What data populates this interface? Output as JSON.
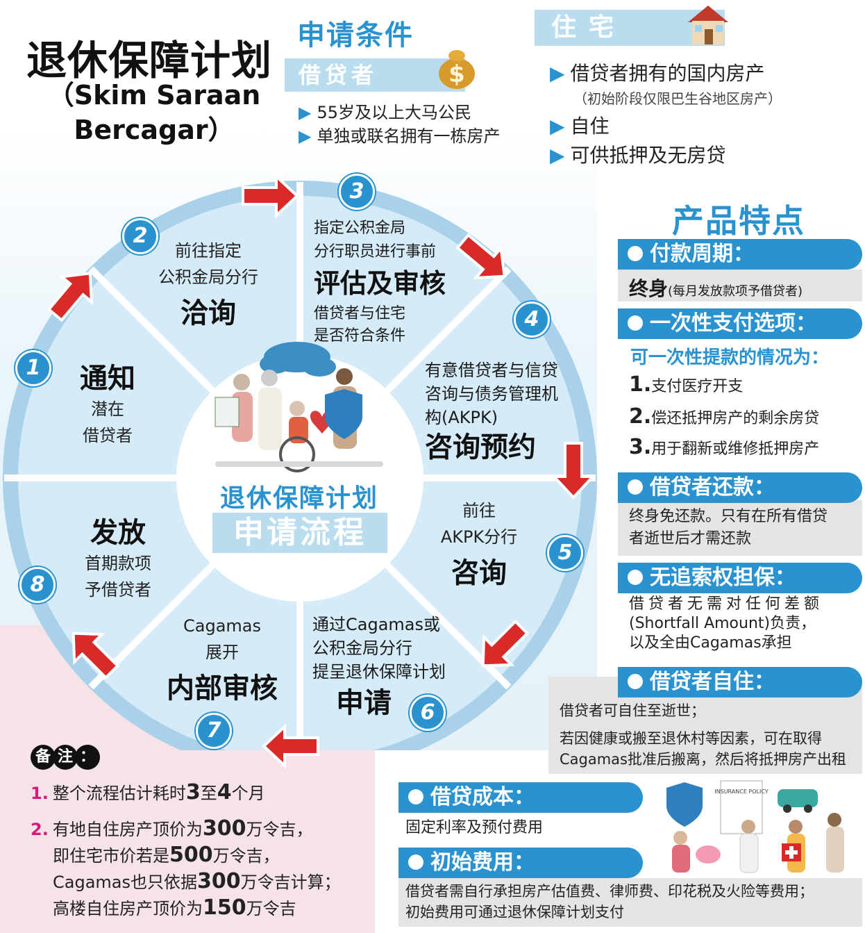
{
  "title": {
    "main": "退休保障计划",
    "sub_line1": "（Skim Saraan",
    "sub_line2": "Bercagar）"
  },
  "requirements": {
    "heading": "申请条件",
    "borrower_label": "借贷者",
    "borrower_items": [
      "55岁及以上大马公民",
      "单独或联名拥有一栋房产"
    ],
    "house_label": "住宅",
    "house_items": [
      "借贷者拥有的国内房产",
      "自住",
      "可供抵押及无房贷"
    ],
    "house_note": "（初始阶段仅限巴生谷地区房产）"
  },
  "wheel": {
    "center_title": "退休保障计划",
    "center_banner": "申请流程",
    "steps": [
      {
        "num": "1",
        "title": "通知",
        "sub": [
          "潜在",
          "借贷者"
        ]
      },
      {
        "num": "2",
        "title": "洽询",
        "sub": [
          "前往指定",
          "公积金局分行"
        ]
      },
      {
        "num": "3",
        "title": "评估及审核",
        "sub_top": [
          "指定公积金局",
          "分行职员进行事前"
        ],
        "sub_bottom": [
          "借贷者与住宅",
          "是否符合条件"
        ]
      },
      {
        "num": "4",
        "title": "咨询预约",
        "sub": [
          "有意借贷者与信贷",
          "咨询与债务管理机",
          "构(AKPK)"
        ]
      },
      {
        "num": "5",
        "title": "咨询",
        "sub": [
          "前往",
          "AKPK分行"
        ]
      },
      {
        "num": "6",
        "title": "申请",
        "sub": [
          "通过Cagamas或",
          "公积金局分行",
          "提呈退休保障计划"
        ]
      },
      {
        "num": "7",
        "title": "内部审核",
        "sub": [
          "Cagamas",
          "展开"
        ]
      },
      {
        "num": "8",
        "title": "发放",
        "sub": [
          "首期款项",
          "予借贷者"
        ]
      }
    ]
  },
  "features": {
    "heading": "产品特点",
    "payment_period": {
      "label": "付款周期：",
      "text_big": "终身",
      "text_small": "(每月发放款项予借贷者)"
    },
    "lump_sum": {
      "label": "一次性支付选项：",
      "intro": "可一次性提款的情况为：",
      "items": [
        {
          "num": "1.",
          "text": "支付医疗开支"
        },
        {
          "num": "2.",
          "text": "偿还抵押房产的剩余房贷"
        },
        {
          "num": "3.",
          "text": "用于翻新或维修抵押房产"
        }
      ]
    },
    "repayment": {
      "label": "借贷者还款：",
      "lines": [
        "终身免还款。只有在所有借贷",
        "者逝世后才需还款"
      ]
    },
    "non_recourse": {
      "label": "无追索权担保：",
      "lines": [
        "借贷者无需对任何差额",
        "(Shortfall Amount)负责，",
        "以及全由Cagamas承担"
      ]
    },
    "owner_occupied": {
      "label": "借贷者自住：",
      "lines": [
        "借贷者可自住至逝世；",
        "若因健康或搬至退休村等因素，可在取得",
        "Cagamas批准后搬离，然后将抵押房产出租"
      ]
    },
    "cost": {
      "label": "借贷成本：",
      "text": "固定利率及预付费用"
    },
    "initial_fees": {
      "label": "初始费用：",
      "lines": [
        "借贷者需自行承担房产估值费、律师费、印花税及火险等费用；",
        "初始费用可通过退休保障计划支付"
      ]
    },
    "insurance_label": "INSURANCE POLICY"
  },
  "notes": {
    "label_chars": [
      "备",
      "注",
      "："
    ],
    "items": [
      {
        "num": "1.",
        "parts": [
          "整个流程估计耗时",
          "3",
          "至",
          "4",
          "个月"
        ]
      },
      {
        "num": "2.",
        "lines": [
          [
            "有地自住房产顶价为",
            "300",
            "万令吉，"
          ],
          [
            "即住宅市价若是",
            "500",
            "万令吉，"
          ],
          [
            "Cagamas也只依据",
            "300",
            "万令吉计算；"
          ],
          [
            "高楼自住房产顶价为",
            "150",
            "万令吉"
          ]
        ]
      }
    ]
  },
  "colors": {
    "accent": "#2a93cf",
    "light_blue": "#b9dcef",
    "arrow_red": "#d92a2a",
    "note_pink": "#d81b7a",
    "gray": "#e3e4e6"
  }
}
